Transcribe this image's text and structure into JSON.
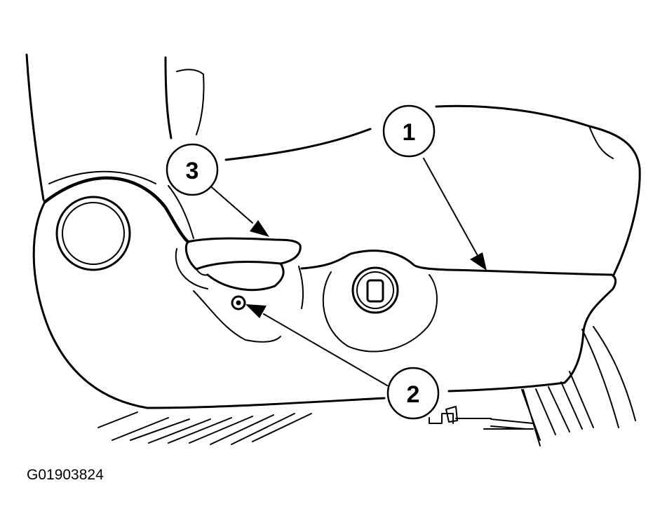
{
  "figure_code": "G01903824",
  "callouts": [
    {
      "label": "1"
    },
    {
      "label": "2"
    },
    {
      "label": "3"
    }
  ],
  "colors": {
    "ink": "#000000",
    "paper": "#ffffff"
  }
}
